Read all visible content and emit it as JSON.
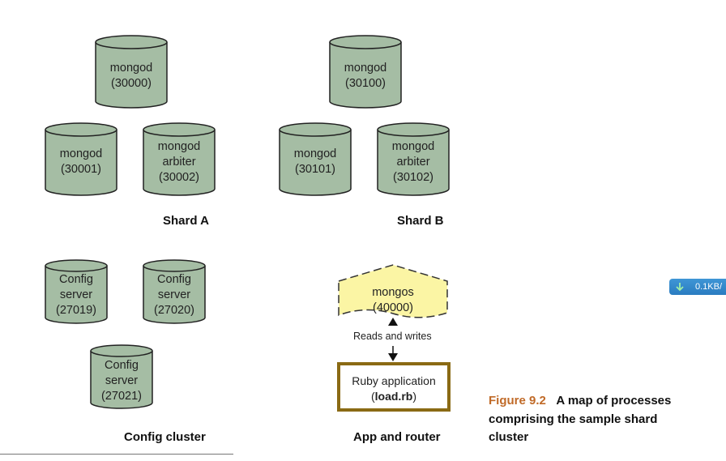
{
  "nodes": {
    "n30000": {
      "line1": "mongod",
      "line2": "(30000)"
    },
    "n30001": {
      "line1": "mongod",
      "line2": "(30001)"
    },
    "n30002": {
      "line1": "mongod",
      "line2": "arbiter",
      "line3": "(30002)"
    },
    "n30100": {
      "line1": "mongod",
      "line2": "(30100)"
    },
    "n30101": {
      "line1": "mongod",
      "line2": "(30101)"
    },
    "n30102": {
      "line1": "mongod",
      "line2": "arbiter",
      "line3": "(30102)"
    },
    "c27019": {
      "line1": "Config",
      "line2": "server",
      "line3": "(27019)"
    },
    "c27020": {
      "line1": "Config",
      "line2": "server",
      "line3": "(27020)"
    },
    "c27021": {
      "line1": "Config",
      "line2": "server",
      "line3": "(27021)"
    }
  },
  "groups": {
    "shard_a": "Shard A",
    "shard_b": "Shard B",
    "config_cluster": "Config cluster",
    "app_router": "App and router"
  },
  "mongos": {
    "line1": "mongos",
    "line2": "(40000)"
  },
  "edge_label": "Reads and writes",
  "app": {
    "line1": "Ruby application",
    "open": "(",
    "file": "load.rb",
    "close": ")"
  },
  "caption": {
    "figure": "Figure 9.2",
    "text": "A map of processes comprising the sample shard cluster"
  },
  "badge": {
    "text": "0.1KB/",
    "icon": "download-arrow-icon"
  },
  "colors": {
    "cylinder_fill": "#a5bda4",
    "cylinder_stroke": "#222222",
    "mongos_fill": "#fbf5a4",
    "app_border": "#8a6a14",
    "caption_accent": "#c06a28",
    "badge_bg": "#2f86c8"
  }
}
